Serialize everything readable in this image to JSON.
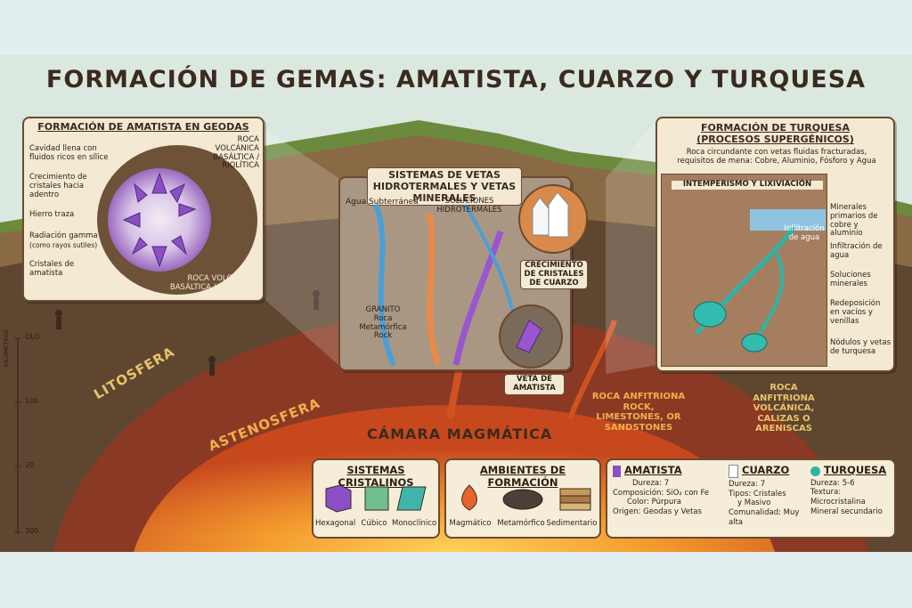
{
  "title": "FORMACIÓN DE GEMAS: AMATISTA, CUARZO Y TURQUESA",
  "amethyst_panel": {
    "heading": "FORMACIÓN DE AMATISTA EN GEODAS",
    "labels": [
      "Cavidad llena con fluidos ricos en sílice",
      "Crecimiento de cristales hacia adentro",
      "Hierro traza",
      "Radiación gamma",
      "(como rayos sutiles)",
      "Cristales de amatista"
    ],
    "rock_top": "ROCA VOLCÁNICA BASÁLTICA / RIOLÍTICA",
    "rock_bottom": "ROCA VOLCÁNICA BASÁLTICA / RIOLÍTICA"
  },
  "vein_panel": {
    "heading": "SISTEMAS DE VETAS HIDROTERMALES Y VETAS MINERALES",
    "groundwater": "Agua Subterránea",
    "solutions": "SOLUCIONES HIDROTERMALES",
    "rock": "GRANITO Roca Metamórfica Rock",
    "quartz_growth": "CRECIMIENTO DE CRISTALES DE CUARZO",
    "amethyst_vein": "VETA DE AMATISTA"
  },
  "turquoise_panel": {
    "heading": "FORMACIÓN DE TURQUESA (PROCESOS SUPERGÉNICOS)",
    "subtitle": "Roca circundante con vetas fluidas fracturadas, requisitos de mena: Cobre, Aluminio, Fósforo y Agua",
    "weathering": "INTEMPERISMO Y LIXIVIACIÓN",
    "infiltration_small": "Infiltración de agua",
    "labels": [
      "Minerales primarios de cobre y aluminio",
      "Infiltración de agua",
      "Soluciones minerales",
      "Redeposición en vacíos y venillas",
      "Nódulos y vetas de turquesa"
    ]
  },
  "earth": {
    "litosfera": "LITOSFERA",
    "astenosfera": "ASTENOSFERA",
    "magma": "CÁMARA MAGMÁTICA",
    "host_rock_left": "ROCA ANFITRIONA ROCK, LIMESTONES, OR SANDSTONES",
    "host_rock_right": "ROCA ANFITRIONA VOLCÁNICA, CALIZAS O ARENISCAS"
  },
  "scale": {
    "unit": "KILÓMETROS",
    "ticks": [
      "OLO",
      "100",
      "20",
      "300"
    ]
  },
  "legend_crystal": {
    "heading": "SISTEMAS CRISTALINOS",
    "items": [
      "Hexagonal",
      "Cúbico",
      "Monoclínico"
    ]
  },
  "legend_env": {
    "heading": "AMBIENTES DE FORMACIÓN",
    "items": [
      "Magmático",
      "Metamórfico",
      "Sedimentario"
    ]
  },
  "minerals": [
    {
      "name": "AMATISTA",
      "color": "#8a4fc4",
      "lines": [
        "Dureza: 7",
        "Composición: SiO₂ con Fe",
        "Color: Púrpura",
        "Origen: Geodas y Vetas"
      ]
    },
    {
      "name": "CUARZO",
      "color": "#e8eef2",
      "lines": [
        "Dureza: 7",
        "Tipos: Cristales",
        "y Masivo",
        "Comunalidad: Muy alta"
      ]
    },
    {
      "name": "TURQUESA",
      "color": "#2fb3a6",
      "lines": [
        "Dureza: 5-6",
        "Textura:",
        "Microcristalina",
        "Mineral secundario"
      ]
    }
  ]
}
